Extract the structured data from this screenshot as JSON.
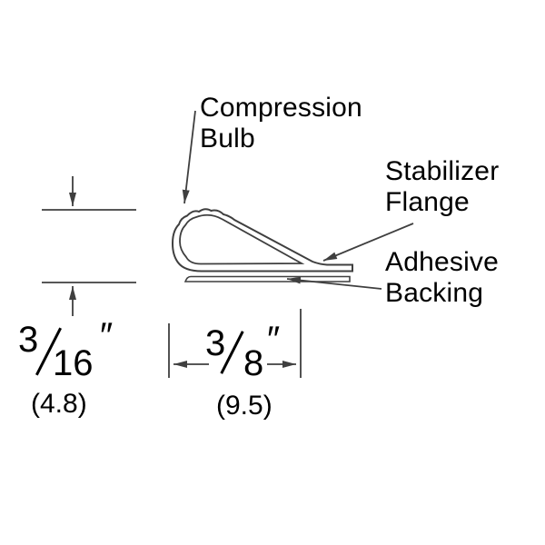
{
  "labels": {
    "compression_bulb": "Compression\nBulb",
    "stabilizer_flange": "Stabilizer\nFlange",
    "adhesive_backing": "Adhesive\nBacking"
  },
  "dimensions": {
    "height": {
      "numerator": "3",
      "denominator": "16",
      "unit": "″",
      "metric": "(4.8)"
    },
    "width": {
      "numerator": "3",
      "denominator": "8",
      "unit": "″",
      "metric": "(9.5)"
    }
  },
  "colors": {
    "line": "#3f3f3f",
    "text": "#000000",
    "background": "#ffffff"
  }
}
